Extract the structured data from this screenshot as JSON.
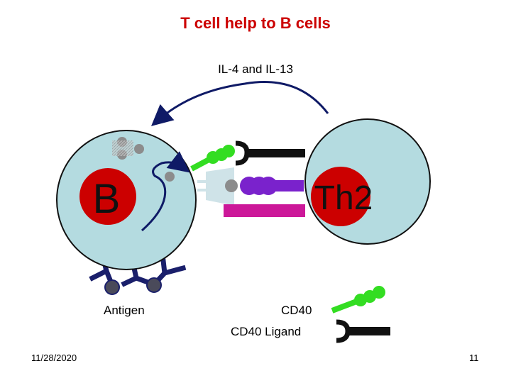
{
  "slide": {
    "title": "T cell help to B cells",
    "cytokine_label": "IL-4 and IL-13",
    "b_cell_label": "B",
    "th2_cell_label": "Th2",
    "antigen_label": "Antigen",
    "cd40_label": "CD40",
    "cd40_ligand_label": "CD40 Ligand",
    "date": "11/28/2020",
    "page_number": "11"
  },
  "colors": {
    "title": "#cc0000",
    "cell_body": "#b4dbe0",
    "nucleus": "#cc0000",
    "receptor": "#1a1f6b",
    "cd40": "#33dd22",
    "cd40_ligand": "#111111",
    "mhc": "#cfe3e8",
    "tcr": "#7a22cc",
    "cd4": "#cc1899"
  }
}
